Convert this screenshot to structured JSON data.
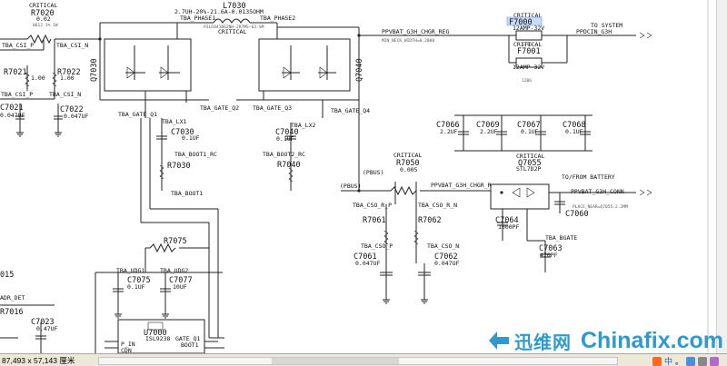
{
  "colors": {
    "wire": "#222222",
    "watermark": "#2e9ad0",
    "statusbar": "#ece9d8"
  },
  "statusbar": {
    "coords": "87,493 x 57,143 厘米"
  },
  "watermark": {
    "cn": "迅维网",
    "en": "Chinafix.com"
  },
  "tray": {
    "ime": "中",
    "punct": "。"
  },
  "icons": [
    "watermark-logo-icon",
    "sougou-s-icon",
    "tray-mic-icon",
    "tray-keyboard-icon",
    "tray-settings-icon"
  ],
  "schematic": {
    "r7020": {
      "ref": "R7020",
      "crit": "CRITICAL",
      "val": "0.02",
      "sm": "0612 1% 1W"
    },
    "l7030": {
      "ref": "L7030",
      "val": "2.7UH-20%-21.6A-0.0135OHM",
      "sm": "PILE041B62NH-2R7MS-63-SM",
      "crit": "CRITICAL"
    },
    "tba_phase1": "TBA_PHASE1",
    "tba_phase2": "TBA_PHASE2",
    "ppvbat_g3h_chgr_reg": "PPVBAT_G3H_CHGR_REG",
    "ppvbat_reg_sm": "MIN_NECK_WIDTH=0.2000",
    "f7000": {
      "crit": "CRITICAL",
      "ref": "F7000",
      "val": "12AMP-32V",
      "pkg": "1206"
    },
    "f7001": {
      "crit": "CRITICAL",
      "ref": "F7001",
      "val": "12AMP-32V",
      "pkg": "1206"
    },
    "to_system": "TO SYSTEM",
    "ppdcin_g3h": "PPDCIN_G3H",
    "tba_csi_p": "TBA_CSI_P",
    "tba_csi_n": "TBA_CSI_N",
    "tba_csi_p_left": "TBA_CSI_P",
    "tba_csi_n_left": "TBA_CSI_N",
    "r7021": {
      "ref": "R7021",
      "val": "1.00"
    },
    "r7022": {
      "ref": "R7022",
      "val": "1.00"
    },
    "c7021": {
      "ref": "C7021",
      "val": "0.047UF"
    },
    "c7022": {
      "ref": "C7022",
      "val": "0.047UF"
    },
    "q7030": {
      "ref": "Q7030"
    },
    "q7040": {
      "ref": "Q7040"
    },
    "tba_gate_q1": "TBA_GATE_Q1",
    "tba_gate_q2": "TBA_GATE_Q2",
    "tba_gate_q3": "TBA_GATE_Q3",
    "tba_gate_q4": "TBA_GATE_Q4",
    "tba_lx1": "TBA_LX1",
    "tba_lx2": "TBA_LX2",
    "c7030": {
      "ref": "C7030",
      "val": "0.1UF"
    },
    "c7040": {
      "ref": "C7040",
      "val": "0.1UF"
    },
    "tba_boot1_rc": "TBA_BOOT1_RC",
    "tba_boot2_rc": "TBA_BOOT2_RC",
    "r7030": {
      "ref": "R7030"
    },
    "r7040": {
      "ref": "R7040"
    },
    "tba_boot1": "TBA_BOOT1",
    "r7075": {
      "ref": "R7075"
    },
    "tba_udg1": "TBA_UDG1",
    "tba_udg2": "TBA_UDG2",
    "c7075": {
      "ref": "C7075",
      "val": "0.1UF"
    },
    "c7077": {
      "ref": "C7077",
      "val": "10UF"
    },
    "u7000": {
      "ref": "U7000",
      "part": "ISL9238"
    },
    "pins": {
      "p_in": "P_IN",
      "cdn": "CDN",
      "gate_q1": "GATE_Q1",
      "boot1": "BOOT1"
    },
    "c7023": {
      "ref": "C7023",
      "val": "0.47UF"
    },
    "r7016": {
      "ref": "R7016"
    },
    "left_015": "015",
    "left_adr_det": "ADR_DET",
    "c7066": {
      "ref": "C7066",
      "val": "2.2UF"
    },
    "c7069": {
      "ref": "C7069",
      "val": "2.2UF"
    },
    "c7067": {
      "ref": "C7067",
      "val": "0.1UF"
    },
    "c7068": {
      "ref": "C7068",
      "val": "0.1UF"
    },
    "pbus": "(PBUS)",
    "pbus2": "(PBUS)",
    "r7050": {
      "crit": "CRITICAL",
      "ref": "R7050",
      "val": "0.005"
    },
    "ppvbat_g3h_chgr_r": "PPVBAT_G3H_CHGR_R",
    "q7055": {
      "crit": "CRITICAL",
      "ref": "Q7055",
      "val": "STL7D2P"
    },
    "to_from_battery": "TO/FROM BATTERY",
    "ppvbat_g3h_conn": "PPVBAT_G3H_CONN",
    "place_near": "PLACE_NEAR=Q7055.2.2MM",
    "tba_cso_r_p": "TBA_CSO_R_P",
    "tba_cso_r_n": "TBA_CSO_R_N",
    "r7061": {
      "ref": "R7061"
    },
    "r7062": {
      "ref": "R7062"
    },
    "tba_cso_p": "TBA_CSO_P",
    "tba_cso_n": "TBA_CSO_N",
    "c7061": {
      "ref": "C7061",
      "val": "0.047UF"
    },
    "c7062": {
      "ref": "C7062",
      "val": "0.047UF"
    },
    "c7064": {
      "ref": "C7064",
      "val": "1000PF"
    },
    "c7060": {
      "ref": "C7060"
    },
    "c7063": {
      "ref": "C7063",
      "val": "470PF"
    },
    "tba_bgate": "TBA_BGATE"
  }
}
